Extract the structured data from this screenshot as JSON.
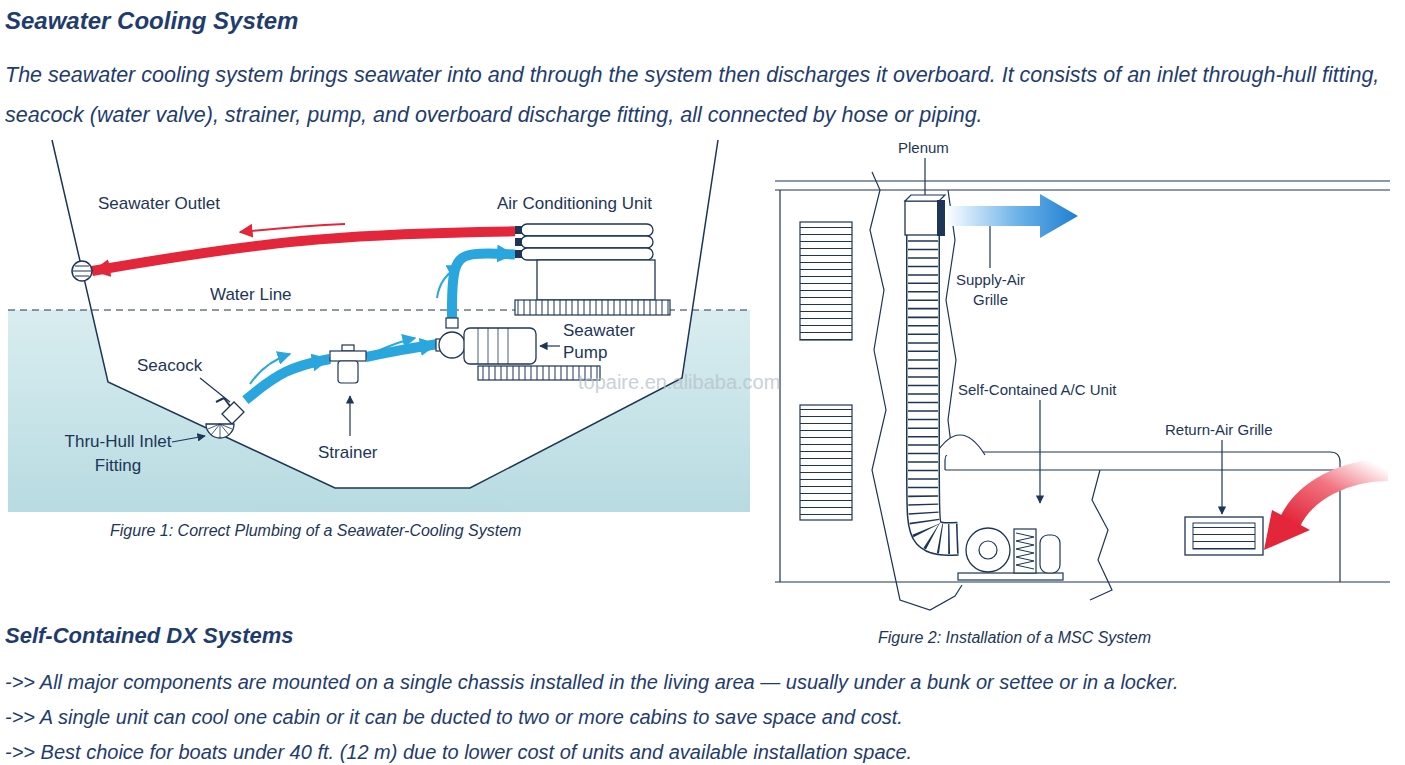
{
  "diagram": {
    "title": "Seawater Cooling System",
    "caption": "Figure 1: Correct Plumbing of a Seawater-Cooling System",
    "nodes": [
      {
        "text": [
          "Seawater Outlet"
        ]
      },
      {
        "text": [
          "Air Conditioning Unit"
        ]
      },
      {
        "text": [
          "Seacock"
        ]
      },
      {
        "text": [
          "Seawater Pump"
        ]
      },
      {
        "text": [
          "Thru-Hull Inlet Fitting"
        ]
      },
      {
        "text": [
          "Strainer"
        ]
      },
      {
        "text": [
          "Plenum"
        ]
      },
      {
        "text": [
          "Supply-Air Grille"
        ]
      },
      {
        "text": [
          "Self-Contained A/C Unit"
        ]
      },
      {
        "text": [
          "Return-Air Grille"
        ]
      }
    ],
    "edges": [
      {
        "from": 2,
        "to": 5,
        "arrow": "to"
      },
      {
        "from": 5,
        "to": 3,
        "arrow": "to"
      },
      {
        "from": 3,
        "to": 1,
        "arrow": "to"
      },
      {
        "from": 1,
        "to": 0,
        "arrow": "to"
      },
      {
        "from": 8,
        "to": 6,
        "arrow": "none"
      }
    ],
    "labels": [
      "The seawater cooling system brings seawater into and through the system then discharges it overboard. It consists of an inlet through-hull fitting, seacock (water valve), strainer, pump, and overboard discharge fitting, all connected by hose or piping.",
      "Water Line",
      "topaire.en.alibaba.com",
      "Figure 2: Installation of a MSC System",
      "Self-Contained DX Systems",
      "->> All major components are mounted on a single chassis installed in the living area — usually under a bunk or settee or in a locker.",
      "->> A single unit can cool one cabin or it can be ducted to two or more cabins to save space and cost.",
      "->> Best choice for boats under 40 ft. (12 m) due to lower cost of units and available installation space."
    ]
  }
}
